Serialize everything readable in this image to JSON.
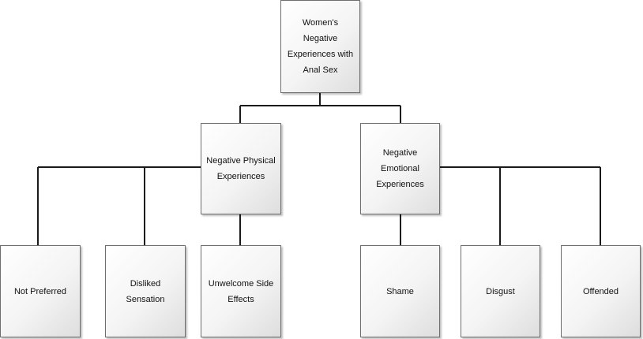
{
  "diagram": {
    "root": {
      "label_line1": "Women's Negative",
      "label_line2": "Experiences with",
      "label_line3": "Anal Sex"
    },
    "physical": {
      "label_line1": "Negative Physical",
      "label_line2": "Experiences"
    },
    "emotional": {
      "label_line1": "Negative Emotional",
      "label_line2": "Experiences"
    },
    "leaves": {
      "not_preferred": "Not Preferred",
      "disliked_sensation": "Disliked Sensation",
      "unwelcome_side_effects_line1": "Unwelcome Side",
      "unwelcome_side_effects_line2": "Effects",
      "shame": "Shame",
      "disgust": "Disgust",
      "offended": "Offended"
    },
    "colors": {
      "line": "#1a1a1a",
      "border": "#6e6e6e"
    }
  }
}
